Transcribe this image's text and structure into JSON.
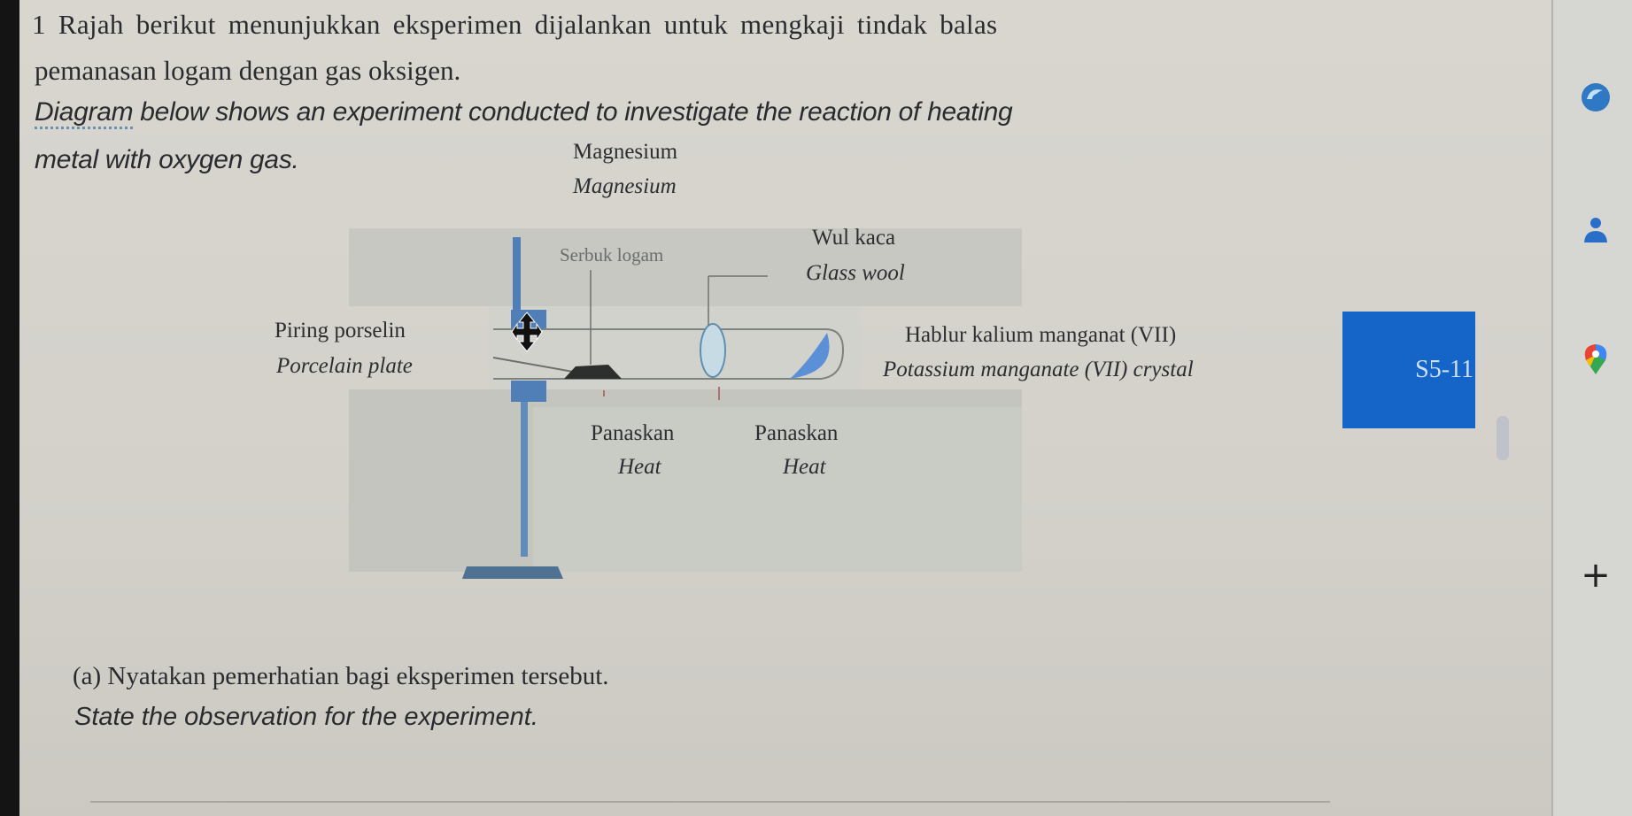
{
  "question": {
    "number": "1",
    "malay_line1": "Rajah berikut menunjukkan eksperimen dijalankan untuk mengkaji tindak balas",
    "malay_line2": "pemanasan logam dengan gas oksigen.",
    "english_line1_underlined": "Diagram",
    "english_line1_rest": " below shows an experiment conducted to investigate the reaction of heating",
    "english_line2": "metal with oxygen gas."
  },
  "diagram": {
    "metal_malay": "Magnesium",
    "metal_english": "Magnesium",
    "labels": {
      "metal_powder": "Serbuk logam",
      "glass_wool_malay": "Wul kaca",
      "glass_wool_english": "Glass wool",
      "plate_malay": "Piring porselin",
      "plate_english": "Porcelain plate",
      "crystal_malay": "Hablur kalium manganat (VII)",
      "crystal_english": "Potassium manganate (VII) crystal",
      "heat1_malay": "Panaskan",
      "heat1_english": "Heat",
      "heat2_malay": "Panaskan",
      "heat2_english": "Heat"
    },
    "colors": {
      "stand": "#4f7fb6",
      "powder": "#2c2f2e",
      "crystal": "#5b8fd6"
    }
  },
  "subquestion_a": {
    "malay": "(a) Nyatakan pemerhatian bagi eksperimen tersebut.",
    "english": "State the observation for the experiment."
  },
  "code_badge": {
    "text": "S5-11",
    "color": "#1565c8"
  },
  "sidebar": {
    "icons": [
      "edge-copilot-icon",
      "person-icon",
      "maps-pin-icon",
      "add-icon"
    ],
    "add_label": "+"
  }
}
